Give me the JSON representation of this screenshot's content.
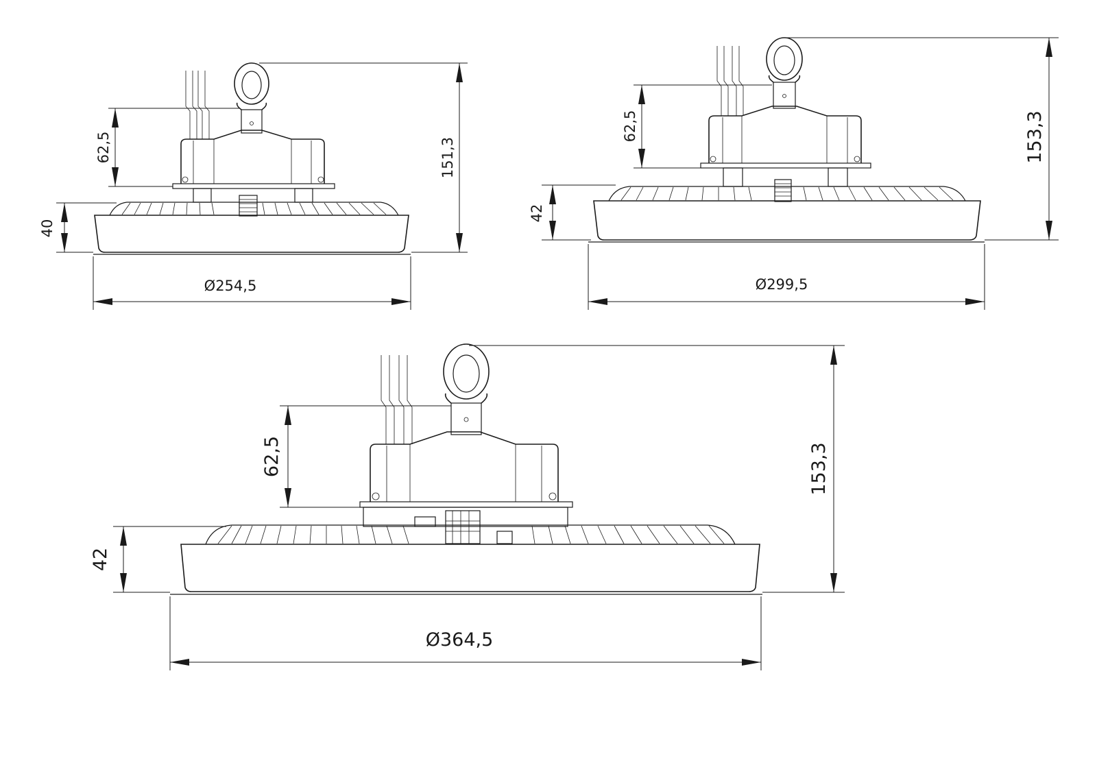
{
  "drawings": [
    {
      "id": "small",
      "labels": {
        "box_height": "62,5",
        "total_height": "151,3",
        "base_height": "40",
        "diameter": "Ø254,5"
      }
    },
    {
      "id": "medium",
      "labels": {
        "box_height": "62,5",
        "total_height": "153,3",
        "base_height": "42",
        "diameter": "Ø299,5"
      }
    },
    {
      "id": "large",
      "labels": {
        "box_height": "62,5",
        "total_height": "153,3",
        "base_height": "42",
        "diameter": "Ø364,5"
      }
    }
  ],
  "colors": {
    "line": "#1a1a1a",
    "background": "#ffffff"
  }
}
